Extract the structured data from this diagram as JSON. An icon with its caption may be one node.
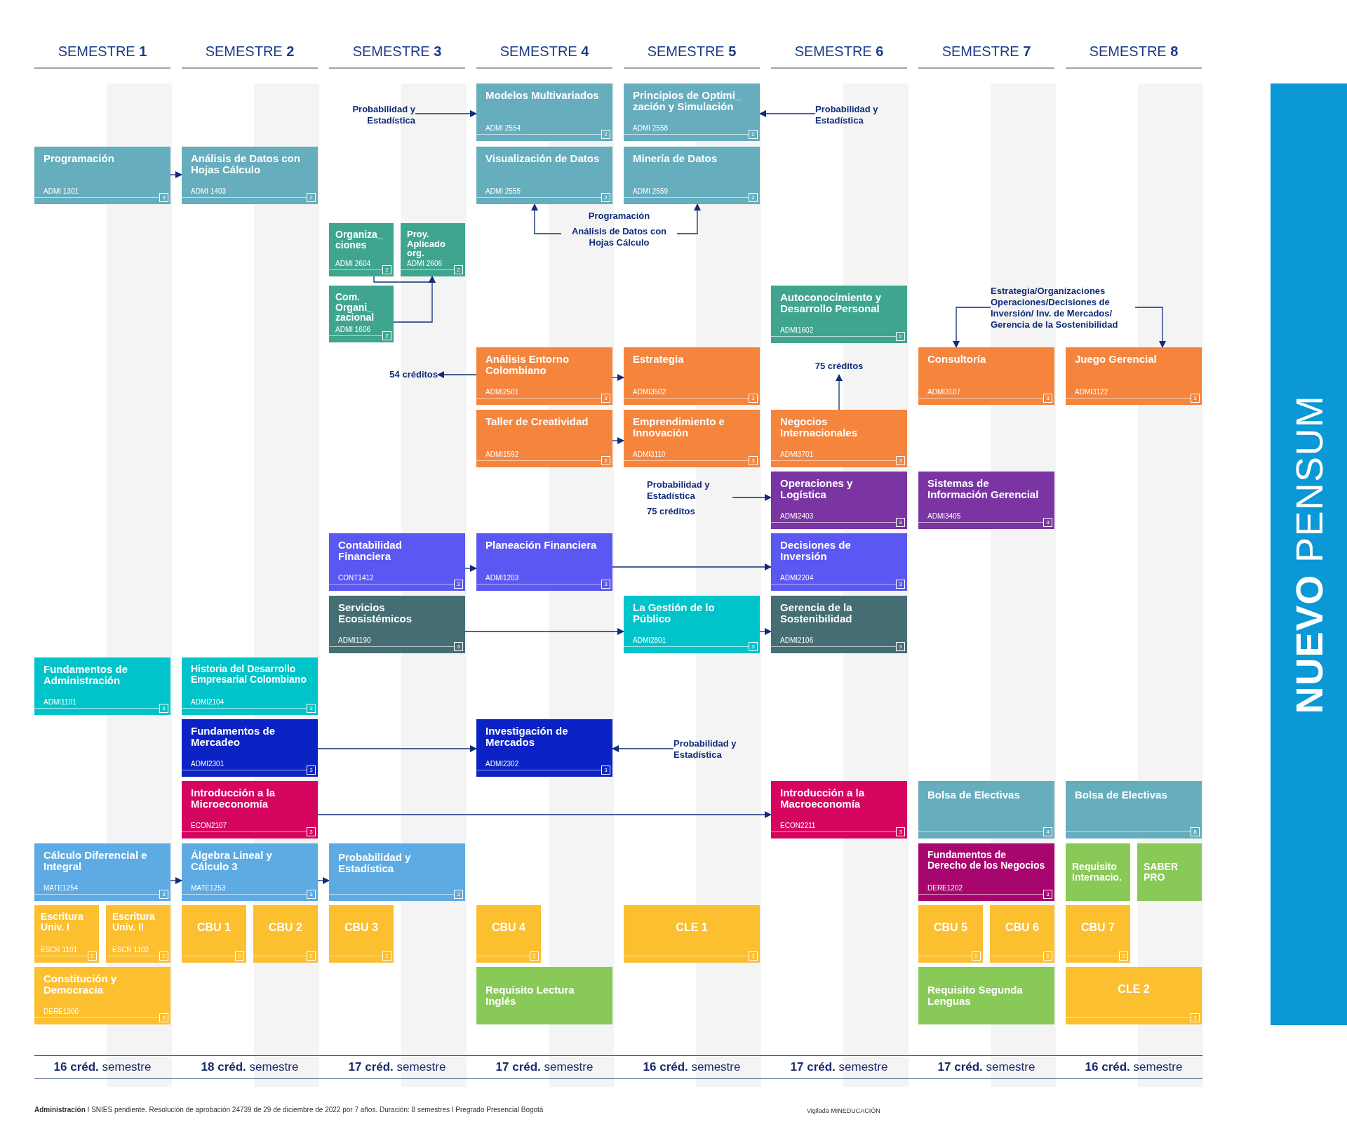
{
  "diagram": {
    "nodes": [
      {
        "text": [
          "Probabilidad y Estadística"
        ]
      },
      {
        "text": [
          "Modelos Multivariados",
          "ADMI 2554",
          "2"
        ]
      },
      {
        "text": [
          "Principios de Optimi_ zación y Simulación",
          "ADMI 2558",
          "2"
        ]
      },
      {
        "text": [
          "Probabilidad y Estadística"
        ]
      },
      {
        "text": [
          "Programación",
          "ADMI 1301",
          "3"
        ]
      },
      {
        "text": [
          "Análisis de Datos con Hojas Cálculo",
          "ADMI 1403",
          "2"
        ]
      },
      {
        "text": [
          "Visualización de Datos",
          "ADMI 2555",
          "2"
        ]
      },
      {
        "text": [
          "Minería de Datos",
          "ADMI 2559",
          "2"
        ]
      },
      {
        "text": [
          "Programación",
          "Análisis de Datos con Hojas Cálculo"
        ]
      },
      {
        "text": [
          "Organiza_ ciones",
          "ADMI 2604",
          "2"
        ]
      },
      {
        "text": [
          "Proy. Aplicado org.",
          "ADMI 2606",
          "2"
        ]
      },
      {
        "text": [
          "Com. Organi_ zacional",
          "ADMI 1606",
          "2"
        ]
      },
      {
        "text": [
          "Autoconocimiento y Desarrollo Personal",
          "ADMI1602",
          "2"
        ]
      },
      {
        "text": [
          "Estrategía/Organizaciones Operaciones/Decisiones de Inversión/ Inv. de Mercados/ Gerencia de la Sostenibilidad"
        ]
      },
      {
        "text": [
          "54 créditos"
        ]
      },
      {
        "text": [
          "Análisis Entorno Colombiano",
          "ADMI2501",
          "3"
        ]
      },
      {
        "text": [
          "Estrategia",
          "ADMI3502",
          "3"
        ]
      },
      {
        "text": [
          "75 créditos"
        ]
      },
      {
        "text": [
          "Consultoría",
          "ADMI3107",
          "3"
        ]
      },
      {
        "text": [
          "Juego Gerencial",
          "ADMI3122",
          "3"
        ]
      },
      {
        "text": [
          "Taller de Creatividad",
          "ADMI1592",
          "2"
        ]
      },
      {
        "text": [
          "Emprendimiento e Innovación",
          "ADMI3110",
          "3"
        ]
      },
      {
        "text": [
          "Negocios Internacionales",
          "ADMI3701",
          "3"
        ]
      },
      {
        "text": [
          "Probabilidad y Estadística",
          "75 créditos"
        ]
      },
      {
        "text": [
          "Operaciones y Logística",
          "ADMI2403",
          "3"
        ]
      },
      {
        "text": [
          "Sistemas de Información Gerencial",
          "ADMI3405",
          "3"
        ]
      },
      {
        "text": [
          "Contabilidad Financiera",
          "CONT1412",
          "3"
        ]
      },
      {
        "text": [
          "Planeación Financiera",
          "ADMI1203",
          "3"
        ]
      },
      {
        "text": [
          "Decisiones de Inversión",
          "ADMI2204",
          "3"
        ]
      },
      {
        "text": [
          "Servicios Ecosistémicos",
          "ADMI1190",
          "3"
        ]
      },
      {
        "text": [
          "La Gestión de lo Público",
          "ADMI2801",
          "3"
        ]
      },
      {
        "text": [
          "Gerencia de la Sostenibilidad",
          "ADMI2106",
          "3"
        ]
      },
      {
        "text": [
          "Fundamentos de Administración",
          "ADMI1101",
          "3"
        ]
      },
      {
        "text": [
          "Historia del Desarrollo Empresarial Colombiano",
          "ADMI2104",
          "3"
        ]
      },
      {
        "text": [
          "Fundamentos de Mercadeo",
          "ADMI2301",
          "3"
        ]
      },
      {
        "text": [
          "Investigación de Mercados",
          "ADMI2302",
          "3"
        ]
      },
      {
        "text": [
          "Probabilidad y Estadística"
        ]
      },
      {
        "text": [
          "Introducción a la Microeconomía",
          "ECON2107",
          "3"
        ]
      },
      {
        "text": [
          "Introducción a la Macroeconomía",
          "ECON2211",
          "3"
        ]
      },
      {
        "text": [
          "Bolsa de Electivas",
          "4"
        ]
      },
      {
        "text": [
          "Bolsa de Electivas",
          "8"
        ]
      },
      {
        "text": [
          "Cálculo Diferencial e Integral",
          "MATE1254",
          "3"
        ]
      },
      {
        "text": [
          "Álgebra Lineal y Cálculo 3",
          "MATE1253",
          "3"
        ]
      },
      {
        "text": [
          "Probabilidad y Estadística",
          "3"
        ]
      },
      {
        "text": [
          "Fundamentos de Derecho de los Negocios",
          "DERE1202",
          "3"
        ]
      },
      {
        "text": [
          "Requisito Internacio."
        ]
      },
      {
        "text": [
          "SABER PRO"
        ]
      },
      {
        "text": [
          "Escritura Univ. I",
          "ESCR 1101",
          "2"
        ]
      },
      {
        "text": [
          "Escritura Univ. II",
          "ESCR 1102",
          "2"
        ]
      },
      {
        "text": [
          "CBU 1",
          "2"
        ]
      },
      {
        "text": [
          "CBU 2",
          "2"
        ]
      },
      {
        "text": [
          "CBU 3",
          "2"
        ]
      },
      {
        "text": [
          "CBU 4",
          "2"
        ]
      },
      {
        "text": [
          "CLE 1",
          "3"
        ]
      },
      {
        "text": [
          "CBU 5",
          "2"
        ]
      },
      {
        "text": [
          "CBU 6",
          "2"
        ]
      },
      {
        "text": [
          "CBU 7",
          "2"
        ]
      },
      {
        "text": [
          "Constitución y Democracia",
          "DERE1300",
          "3"
        ]
      },
      {
        "text": [
          "Requisito Lectura Inglés"
        ]
      },
      {
        "text": [
          "Requisito Segunda Lenguas"
        ]
      },
      {
        "text": [
          "CLE 2",
          "3"
        ]
      },
      {
        "text": [
          "**NUEVO** PENSUM"
        ]
      }
    ],
    "edges": [
      {
        "from": 0,
        "to": 1,
        "arrow": "to"
      },
      {
        "from": 3,
        "to": 2,
        "arrow": "to"
      },
      {
        "from": 4,
        "to": 5,
        "arrow": "to"
      },
      {
        "from": 8,
        "to": 6,
        "arrow": "to"
      },
      {
        "from": 8,
        "to": 7,
        "arrow": "to"
      },
      {
        "from": 9,
        "to": 10,
        "arrow": "to"
      },
      {
        "from": 11,
        "to": 10,
        "arrow": "to"
      },
      {
        "from": 15,
        "to": 14,
        "arrow": "to"
      },
      {
        "from": 15,
        "to": 16,
        "arrow": "to"
      },
      {
        "from": 20,
        "to": 21,
        "arrow": "to"
      },
      {
        "from": 22,
        "to": 17,
        "arrow": "to"
      },
      {
        "from": 23,
        "to": 24,
        "arrow": "to"
      },
      {
        "from": 26,
        "to": 27,
        "arrow": "to"
      },
      {
        "from": 27,
        "to": 28,
        "arrow": "to"
      },
      {
        "from": 29,
        "to": 30,
        "arrow": "to"
      },
      {
        "from": 30,
        "to": 31,
        "arrow": "to"
      },
      {
        "from": 34,
        "to": 35,
        "arrow": "to"
      },
      {
        "from": 36,
        "to": 35,
        "arrow": "to"
      },
      {
        "from": 37,
        "to": 38,
        "arrow": "to"
      },
      {
        "from": 41,
        "to": 42,
        "arrow": "to"
      },
      {
        "from": 42,
        "to": 43,
        "arrow": "to"
      },
      {
        "from": 13,
        "to": 18,
        "arrow": "to"
      },
      {
        "from": 13,
        "to": 19,
        "arrow": "to"
      }
    ],
    "labels": [
      "SEMESTRE **1**",
      "SEMESTRE **2**",
      "SEMESTRE **3**",
      "SEMESTRE **4**",
      "SEMESTRE **5**",
      "SEMESTRE **6**",
      "SEMESTRE **7**",
      "SEMESTRE **8**",
      "**16 créd.** semestre",
      "**18 créd.** semestre",
      "**17 créd.** semestre",
      "**17 créd.** semestre",
      "**16 créd.** semestre",
      "**17 créd.** semestre",
      "**17 créd.** semestre",
      "**16 créd.** semestre",
      "**Administración** I SNIES pendiente. Resolución de aprobación 24739 de 29 de diciembre de 2022 por 7 años. Duración: 8 semestres I Pregrado Presencial Bogotá",
      "Vigilada MINEDUCACIÓN"
    ]
  }
}
